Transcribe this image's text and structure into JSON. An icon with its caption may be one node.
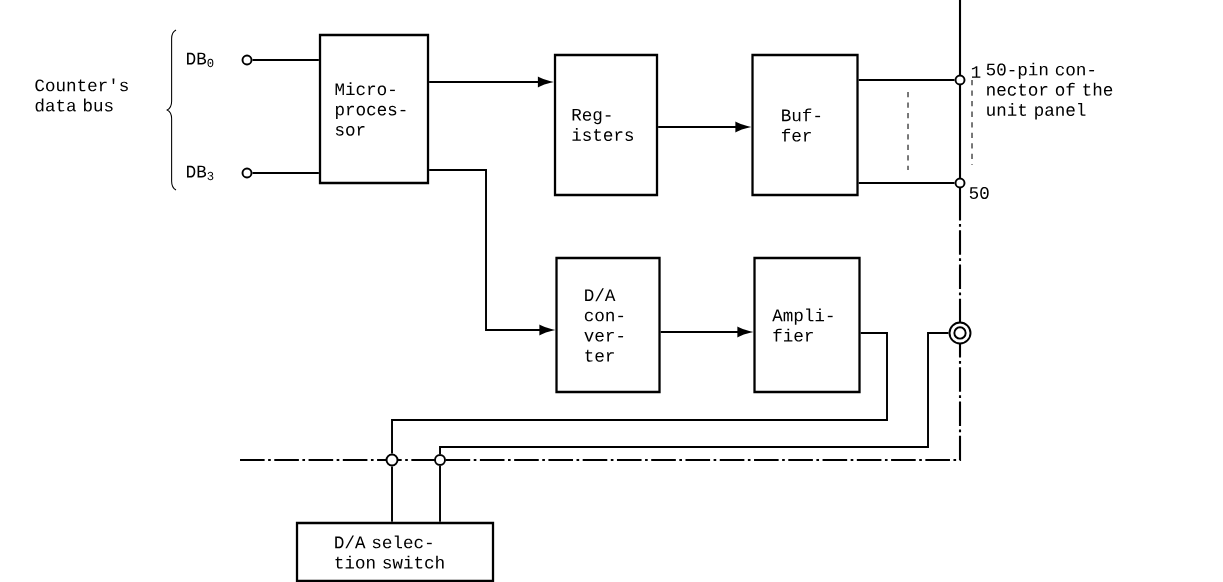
{
  "diagram": {
    "nodes": [
      {
        "text": [],
        "shape": "circle",
        "beside": [
          "DB$_{0}$"
        ]
      },
      {
        "text": [],
        "shape": "circle",
        "beside": [
          "DB$_{3}$"
        ]
      },
      {
        "text": [
          "Micro- proces- sor"
        ]
      },
      {
        "text": [
          "Reg- isters"
        ]
      },
      {
        "text": [
          "Buf- fer"
        ]
      },
      {
        "text": [
          "D/A con- ver- ter"
        ]
      },
      {
        "text": [
          "Ampli- fier"
        ]
      },
      {
        "text": [],
        "shape": "circle",
        "beside": [
          "1"
        ]
      },
      {
        "text": [],
        "shape": "circle",
        "beside": [
          "50"
        ]
      },
      {
        "text": [],
        "shape": "coaxial-jack"
      },
      {
        "text": [],
        "shape": "circle"
      },
      {
        "text": [],
        "shape": "circle"
      },
      {
        "text": [
          "D/A selec- tion switch"
        ]
      }
    ],
    "edges": [
      {
        "from": 0,
        "to": 2,
        "arrow": "none"
      },
      {
        "from": 1,
        "to": 2,
        "arrow": "none"
      },
      {
        "from": 2,
        "to": 3,
        "arrow": "to"
      },
      {
        "from": 3,
        "to": 4,
        "arrow": "to"
      },
      {
        "from": 2,
        "to": 5,
        "arrow": "to"
      },
      {
        "from": 5,
        "to": 6,
        "arrow": "to"
      },
      {
        "from": 4,
        "to": 7,
        "arrow": "none"
      },
      {
        "from": 4,
        "to": 8,
        "arrow": "none"
      },
      {
        "from": 6,
        "to": 10,
        "arrow": "none"
      },
      {
        "from": 9,
        "to": 11,
        "arrow": "none"
      },
      {
        "from": 10,
        "to": 12,
        "arrow": "none"
      },
      {
        "from": 11,
        "to": 12,
        "arrow": "none"
      }
    ],
    "labels": [
      "Counter's data bus",
      "50-pin con- nector of the unit panel"
    ]
  }
}
